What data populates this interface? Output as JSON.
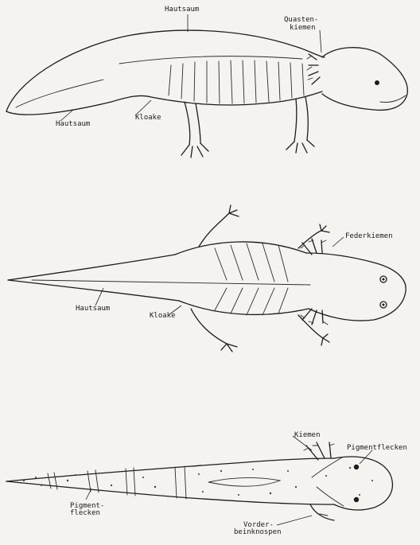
{
  "figure": {
    "adult_side": {
      "labels": {
        "fin_top": "Hautsaum",
        "gills_line1": "Quasten-",
        "gills_line2": "kiemen",
        "fin_tail": "Hautsaum",
        "cloaca": "Kloake"
      }
    },
    "adult_ventral": {
      "labels": {
        "feather_gills": "Federkiemen",
        "fin": "Hautsaum",
        "cloaca": "Kloake"
      }
    },
    "larva": {
      "labels": {
        "gills": "Kiemen",
        "pigment_spots": "Pigmentflecken",
        "pigment_line1": "Pigment-",
        "pigment_line2": "flecken",
        "forelimb_line1": "Vorder-",
        "forelimb_line2": "beinknospen"
      }
    }
  }
}
